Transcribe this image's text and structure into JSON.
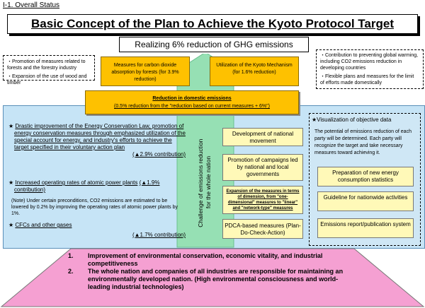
{
  "section_label": "I-1. Overall Status",
  "title": "Basic Concept of the Plan to Achieve the Kyoto Protocol Target",
  "goal": "Realizing 6% reduction of GHG emissions",
  "left_notes": [
    "・Promotion of measures related to forests and the forestry industry",
    "・Expansion of the use of wood and timber"
  ],
  "right_notes": [
    "・Contribution to preventing global warming, including CO2 emissions reduction in developing countries",
    "・Flexible plans and measures for the limit of efforts made domestically"
  ],
  "forest_box": "Measures for carbon dioxide absorption by forests (for 3.9% reduction)",
  "kyoto_box": "Utilization of the Kyoto Mechanism (for 1.6% reduction)",
  "domestic": {
    "title": "Reduction in domestic emissions",
    "subtitle": "(0.5% reduction from the \"reduction based on current measures + 6%\")"
  },
  "left_panel": {
    "item1_star": "★",
    "item1_text": "Drastic improvement of the Energy Conservation Law, promotion of energy conservation measures through emphasized utilization of the special account for energy, and industry's efforts to achieve the target specified in their voluntary action plan",
    "item1_contrib": "(▲2.9% contribution)",
    "item2_star": "★",
    "item2_text": "Increased operating rates of atomic power plants",
    "item2_contrib": "(▲1.9% contribution)",
    "item2_note": "(Note) Under certain preconditions, CO2 emissions are estimated to be lowered by 0.2% by improving the operating rates of atomic power plants by 1%.",
    "item3_star": "★",
    "item3_text": "CFCs and other gases",
    "item3_contrib": "(▲1.7% contribution)"
  },
  "vertical_text": "Challenge of emissions reduction for the whole nation",
  "middle_boxes": [
    "Development of national movement",
    "Promotion of campaigns led by national and local governments",
    "Expansion of the measures in terms of dimension, from \"one-dimensional\" measures to \"linear\" and \"network-type\" measures",
    "PDCA-based measures (Plan-Do-Check-Action)"
  ],
  "right_panel": {
    "title": "★Visualization of objective data",
    "desc": "The potential of emissions reduction of each party will be determined. Each party will recognize the target and take necessary measures toward achieving it.",
    "boxes": [
      "Preparation of new energy consumption statistics",
      "Guideline for nationwide activities",
      "Emissions report/publication system"
    ]
  },
  "bottom": {
    "item1_num": "1.",
    "item1": "Improvement of environmental conservation, economic vitality, and industrial competitiveness",
    "item2_num": "2.",
    "item2": "The whole nation and companies of all industries are responsible for maintaining an environmentally developed nation. (High environmental consciousness and world-leading industrial technologies)"
  },
  "colors": {
    "arrow_green": "#96e0b4",
    "blue_panel": "#c6e4f6",
    "yellow": "#fec100",
    "pale_yellow": "#fff9b8",
    "pink": "#f5a0d2"
  }
}
